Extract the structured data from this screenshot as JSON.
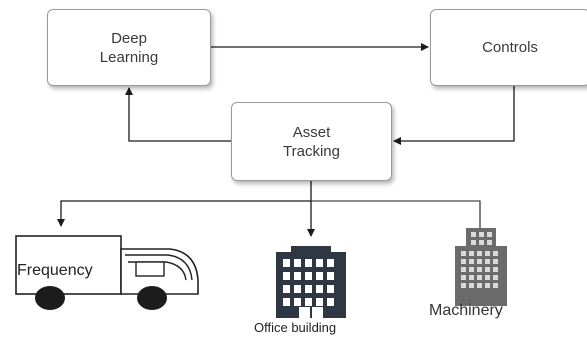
{
  "nodes": {
    "deep_learning": "Deep\nLearning",
    "controls": "Controls",
    "asset_tracking": "Asset\nTracking"
  },
  "icons": {
    "truck": {
      "icon": "truck-icon",
      "label": "Frequency"
    },
    "office": {
      "icon": "office-building-icon",
      "label": "Office building"
    },
    "machinery": {
      "icon": "tall-building-icon",
      "label": "Machinery"
    }
  },
  "colors": {
    "line": "#1a1a1a",
    "icon_dark": "#2f3742",
    "icon_gray": "#6b6b6b",
    "node_border": "#9a9a9a"
  }
}
